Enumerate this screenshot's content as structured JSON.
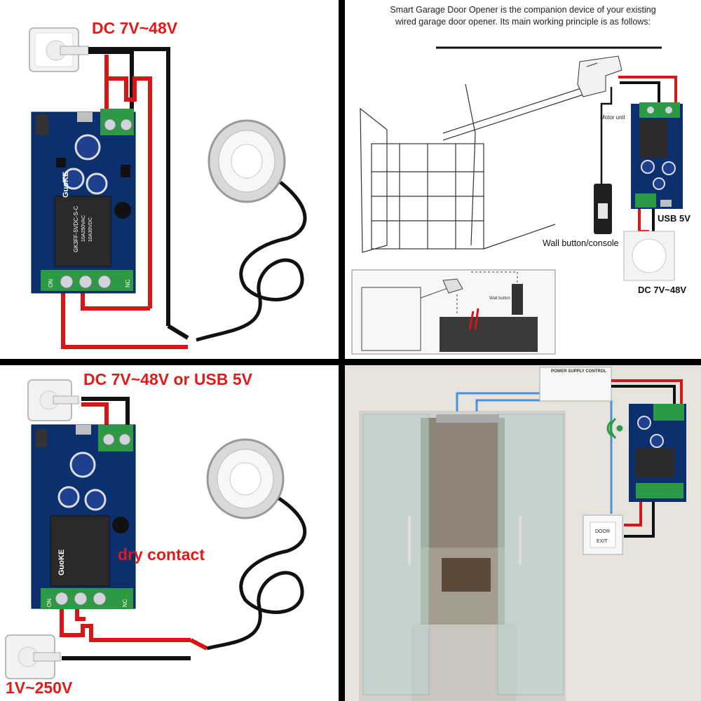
{
  "panel1": {
    "power_label": "DC 7V~48V"
  },
  "panel2": {
    "caption_line1": "Smart Garage Door Opener is the companion device of your existing",
    "caption_line2": "wired garage door opener. Its main working principle is as follows:",
    "motor_label": "Motor unit",
    "wall_label": "Wall button/console",
    "usb_label": "USB 5V",
    "dc_label": "DC 7V~48V",
    "inset_wall_label": "Wall button"
  },
  "panel3": {
    "power_label": "DC 7V~48V or USB 5V",
    "contact_label": "dry contact",
    "ac_label": "1V~250V"
  },
  "panel4": {
    "psu_title": "POWER SUPPLY CONTROL",
    "exit_line1": "DOOR",
    "exit_line2": "EXIT"
  },
  "relay": {
    "brand": "GuoKE",
    "model": "GK3FF-5VDC-S-C",
    "rating1": "10A250VAC",
    "rating2": "10A30VDC",
    "terminal_left": "ON",
    "terminal_right": "NC"
  },
  "colors": {
    "board": "#0c2f6e",
    "terminal": "#2c9a45",
    "wire_red": "#d81414",
    "wire_black": "#111111",
    "label_red": "#e11a1a"
  }
}
